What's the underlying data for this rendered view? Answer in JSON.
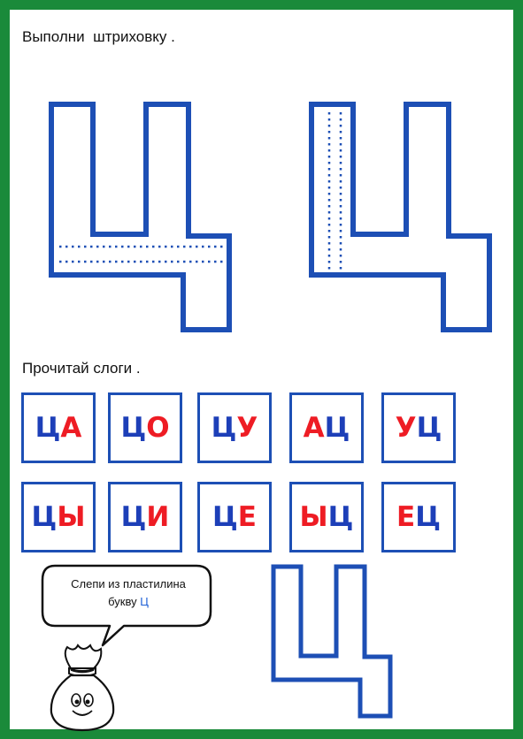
{
  "instructions": {
    "hatching": "Выполни  штриховку .",
    "read": "Прочитай слоги ."
  },
  "colors": {
    "frame": "#1a8a3a",
    "letter_outline": "#1d4fb5",
    "consonant": "#1d3fb8",
    "vowel": "#ee1c24"
  },
  "syllables": [
    {
      "first": "Ц",
      "first_color": "blue",
      "second": "А",
      "second_color": "red"
    },
    {
      "first": "Ц",
      "first_color": "blue",
      "second": "О",
      "second_color": "red"
    },
    {
      "first": "Ц",
      "first_color": "blue",
      "second": "У",
      "second_color": "red"
    },
    {
      "first": "А",
      "first_color": "red",
      "second": "Ц",
      "second_color": "blue"
    },
    {
      "first": "У",
      "first_color": "red",
      "second": "Ц",
      "second_color": "blue"
    },
    {
      "first": "Ц",
      "first_color": "blue",
      "second": "Ы",
      "second_color": "red"
    },
    {
      "first": "Ц",
      "first_color": "blue",
      "second": "И",
      "second_color": "red"
    },
    {
      "first": "Ц",
      "first_color": "blue",
      "second": "Е",
      "second_color": "red"
    },
    {
      "first": "Ы",
      "first_color": "red",
      "second": "Ц",
      "second_color": "blue"
    },
    {
      "first": "Е",
      "first_color": "red",
      "second": "Ц",
      "second_color": "blue"
    }
  ],
  "speech_bubble": {
    "line1": "Слепи из пластилина",
    "line2": "букву",
    "letter": "Ц"
  },
  "icons": {
    "bag": "smiling-bag-icon"
  }
}
